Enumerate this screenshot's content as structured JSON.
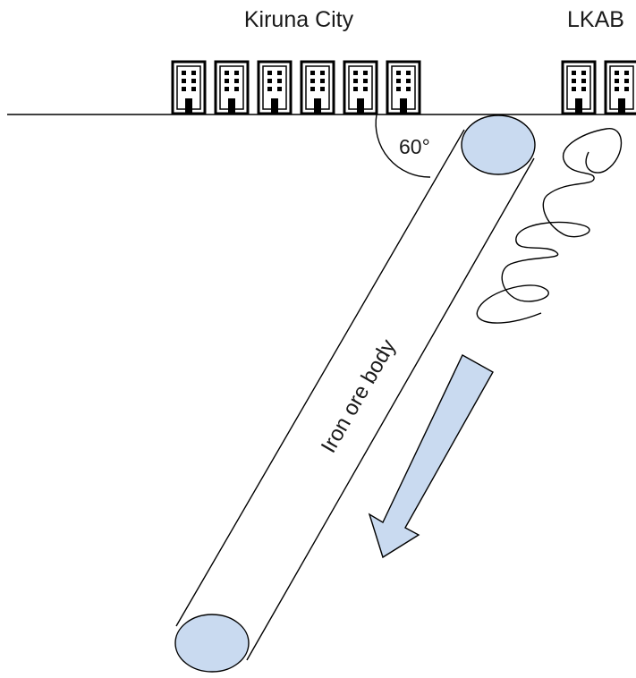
{
  "labels": {
    "city": "Kiruna City",
    "company": "LKAB",
    "angle": "60°",
    "ore_body": "Iron ore body"
  },
  "colors": {
    "ore_fill": "#c9daf0",
    "arrow_fill": "#c9daf0",
    "line": "#000000",
    "background": "#ffffff"
  },
  "icons": {
    "city_buildings": [
      "building-icon",
      "building-icon",
      "building-icon",
      "building-icon",
      "building-icon",
      "building-icon"
    ],
    "company_buildings": [
      "building-icon",
      "building-icon"
    ]
  }
}
